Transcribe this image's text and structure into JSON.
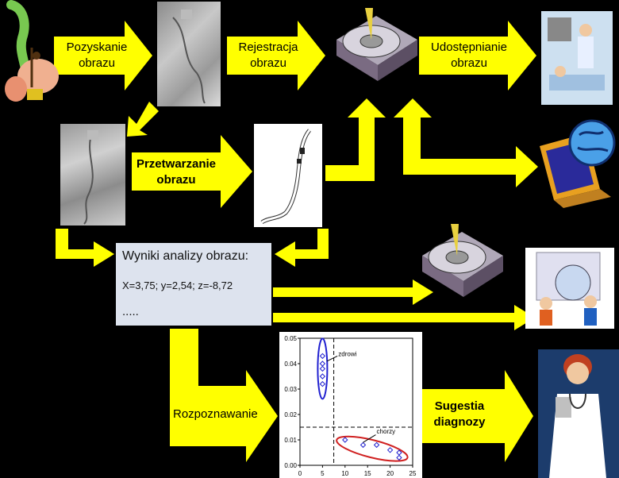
{
  "labels": {
    "acquisition": [
      "Pozyskanie",
      "obrazu"
    ],
    "registration": [
      "Rejestracja",
      "obrazu"
    ],
    "sharing": [
      "Udostępnianie",
      "obrazu"
    ],
    "processing": [
      "Przetwarzanie",
      "obrazu"
    ],
    "recognition": "Rozpoznawanie",
    "diagnosis": [
      "Sugestia",
      "diagnozy"
    ]
  },
  "results": {
    "title": "Wyniki analizy obrazu:",
    "values": "X=3,75; y=2,54; z=-8,72",
    "ellipsis": "....."
  },
  "chart_data": {
    "type": "scatter",
    "title": "",
    "xlabel": "",
    "ylabel": "",
    "xlim": [
      0,
      25
    ],
    "ylim": [
      0,
      0.05
    ],
    "x_ticks": [
      "0",
      "5",
      "10",
      "15",
      "20",
      "25"
    ],
    "y_ticks": [
      "0.00",
      "0.01",
      "0.02",
      "0.03",
      "0.04",
      "0.05"
    ],
    "threshold_x": 7.5,
    "threshold_y": 0.015,
    "series": [
      {
        "name": "zdrowi",
        "points": [
          [
            5,
            0.043
          ],
          [
            5,
            0.04
          ],
          [
            5,
            0.038
          ],
          [
            5,
            0.035
          ],
          [
            5,
            0.032
          ]
        ]
      },
      {
        "name": "chorzy",
        "points": [
          [
            10,
            0.01
          ],
          [
            14,
            0.008
          ],
          [
            17,
            0.008
          ],
          [
            20,
            0.006
          ],
          [
            22,
            0.003
          ],
          [
            22,
            0.005
          ]
        ]
      }
    ]
  },
  "colors": {
    "arrow": "#ffff00",
    "background": "#000000",
    "results_box": "#dde3ee",
    "zdrowi": "#2020d0",
    "chorzy": "#d02020"
  }
}
